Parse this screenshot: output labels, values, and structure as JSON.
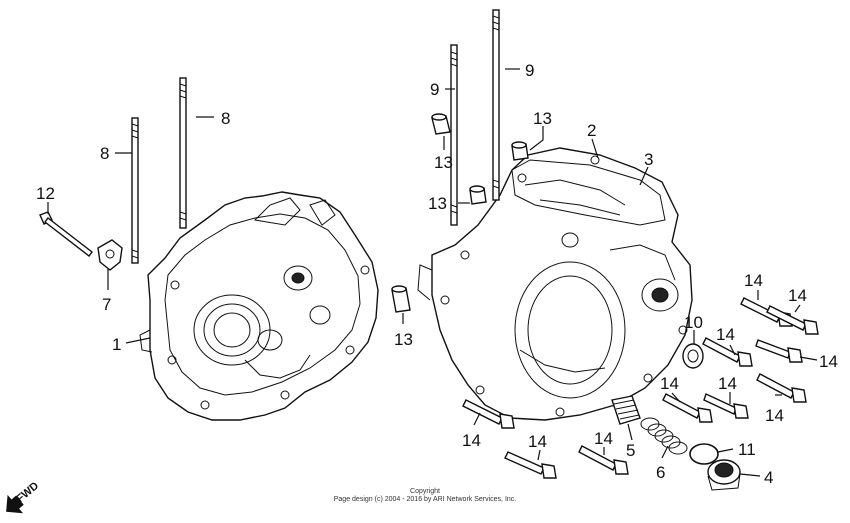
{
  "callouts": {
    "c1": "1",
    "c2": "2",
    "c3": "3",
    "c4": "4",
    "c5": "5",
    "c6": "6",
    "c7": "7",
    "c8a": "8",
    "c8b": "8",
    "c9a": "9",
    "c9b": "9",
    "c10": "10",
    "c11": "11",
    "c12": "12",
    "c13a": "13",
    "c13b": "13",
    "c13c": "13",
    "c13d": "13",
    "c14a": "14",
    "c14b": "14",
    "c14c": "14",
    "c14d": "14",
    "c14e": "14",
    "c14f": "14",
    "c14g": "14",
    "c14h": "14",
    "c14i": "14",
    "c14j": "14"
  },
  "forward_marker": "FWD",
  "copyright": {
    "line1": "Copyright",
    "line2": "Page design (c) 2004 - 2016 by ARI Network Services, Inc."
  }
}
